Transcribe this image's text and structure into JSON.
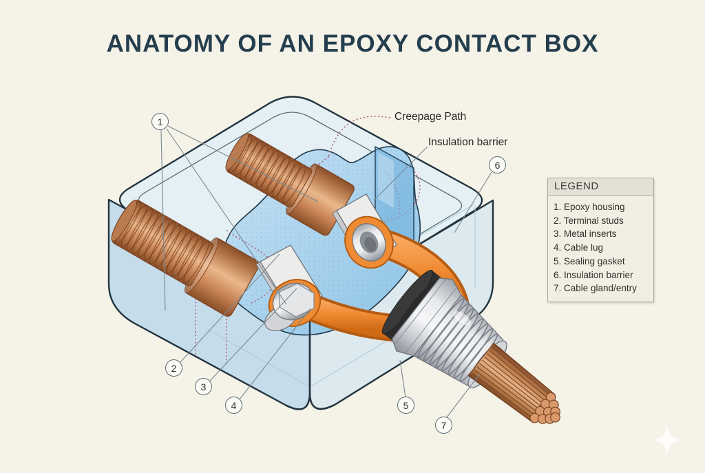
{
  "title": "ANATOMY OF AN EPOXY CONTACT BOX",
  "annotations": {
    "creepage_path": "Creepage Path",
    "insulation_barrier": "Insulation barrier"
  },
  "callouts": [
    {
      "num": "1"
    },
    {
      "num": "2"
    },
    {
      "num": "3"
    },
    {
      "num": "4"
    },
    {
      "num": "5"
    },
    {
      "num": "6"
    },
    {
      "num": "7"
    }
  ],
  "legend": {
    "header": "LEGEND",
    "items": [
      "1. Epoxy housing",
      "2. Terminal studs",
      "3. Metal inserts",
      "4. Cable lug",
      "5. Sealing gasket",
      "6. Insulation barrier",
      "7. Cable gland/entry"
    ]
  },
  "colors": {
    "background": "#f5f2e7",
    "title_text": "#243e4e",
    "housing_blue": "#cfe4f2",
    "epoxy_blue": "#a9d4ec",
    "barrier_blue": "#6eafda",
    "copper": "#c98a5d",
    "lug_orange": "#ee8b35",
    "metal_silver": "#d6d8da",
    "gasket_black": "#2e2e2e",
    "creepage_rose": "#b5607a",
    "leader_gray": "#7a8890"
  }
}
